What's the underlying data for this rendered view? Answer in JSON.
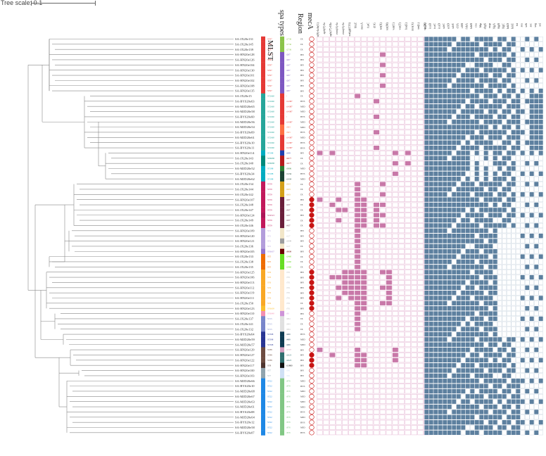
{
  "scale_label": "Tree scale: 0.1",
  "headers": {
    "mlst": "MLST",
    "spa": "spa types",
    "region": "Region",
    "meca": "mecA"
  },
  "resistance_genes": [
    "ant(9)-Ia/b(C)",
    "aph(3')-Ia",
    "aph(3'')-IIIa",
    "erm(A)-Ia",
    "erm(A)-Ia",
    "sat(g)(C33)",
    "blaZ",
    "mecA",
    "fusC",
    "dfrG",
    "tet(K)",
    "tet(M)",
    "vat(C)",
    "vat(T)",
    "lsa(E)",
    "mrs(A)",
    "tet(L)",
    "str(M)"
  ],
  "virulence_genes": [
    "icaA",
    "icaB",
    "icaC",
    "icaD",
    "sdrC",
    "sdrD",
    "sdrE",
    "clfA",
    "clfB",
    "fnbA",
    "fnbB",
    "cna",
    "bbp",
    "ebpS",
    "map",
    "hlgA",
    "hlgB",
    "hlgC",
    "lukD",
    "lukE",
    "tst",
    "sea",
    "seb",
    "sec",
    "seg",
    "sei"
  ],
  "colors": {
    "res": "#c878a8",
    "vir": "#5d809f",
    "meca": "#c81414"
  },
  "leaves": [
    {
      "name": "SA-JX20e131",
      "st": "ST97",
      "spa": "t2736",
      "reg": "JX"
    },
    {
      "name": "SA-JX20e145",
      "st": "ST97",
      "spa": "t2736",
      "reg": "JX"
    },
    {
      "name": "SA-JX20e139",
      "st": "ST97",
      "spa": "t2736",
      "reg": "JX"
    },
    {
      "name": "SA-HN20e128",
      "st": "ST97",
      "spa": "t267",
      "reg": "HN"
    },
    {
      "name": "SA-HN20e126",
      "st": "ST97",
      "spa": "t267",
      "reg": "HN"
    },
    {
      "name": "SA-HN20e104",
      "st": "ST97",
      "spa": "t267",
      "reg": "HN"
    },
    {
      "name": "SA-HN20e130",
      "st": "ST97",
      "spa": "t267",
      "reg": "HN"
    },
    {
      "name": "SA-HN20e101",
      "st": "ST97",
      "spa": "t267",
      "reg": "HN"
    },
    {
      "name": "SA-HN20e102",
      "st": "ST97",
      "spa": "t267",
      "reg": "HN"
    },
    {
      "name": "SA-HN20e108",
      "st": "ST97",
      "spa": "t267",
      "reg": "HN"
    },
    {
      "name": "SA-HN20e135",
      "st": "ST97",
      "spa": "t267",
      "reg": "HN"
    },
    {
      "name": "SA-JX20e15",
      "st": "ST2660",
      "spa": "/",
      "reg": "JX"
    },
    {
      "name": "SA-BYS20e63",
      "st": "ST2660",
      "spa": "t14387",
      "reg": "BYS"
    },
    {
      "name": "SA-MJD20e65",
      "st": "ST2660",
      "spa": "t14387",
      "reg": "MJD"
    },
    {
      "name": "SA-MJD20e58",
      "st": "ST2660",
      "spa": "t14387",
      "reg": "MJD"
    },
    {
      "name": "SA-BYS20e60",
      "st": "ST2660",
      "spa": "/",
      "reg": "BYS"
    },
    {
      "name": "SA-MJD20e56",
      "st": "ST2660",
      "spa": "t14387",
      "reg": "MJD"
    },
    {
      "name": "SA-MJD20e54",
      "st": "ST2660",
      "spa": "t363",
      "reg": "MJD"
    },
    {
      "name": "SA-BYS20e69",
      "st": "ST2660",
      "spa": "t363",
      "reg": "BYS"
    },
    {
      "name": "SA-MJD20e61",
      "st": "ST2660",
      "spa": "t14387",
      "reg": "MJD"
    },
    {
      "name": "SA-BYS20e10",
      "st": "ST2660",
      "spa": "t14387",
      "reg": "BYS"
    },
    {
      "name": "SA-BYS20e11",
      "st": "ST2660",
      "spa": "t14387",
      "reg": "BYS"
    },
    {
      "name": "SA-HN20e114",
      "st": "ST188",
      "spa": "t189",
      "reg": "HN"
    },
    {
      "name": "SA-JX20e143",
      "st": "ST6638",
      "spa": "t4677",
      "reg": "JX"
    },
    {
      "name": "SA-JX20e140",
      "st": "ST6638",
      "spa": "t4677",
      "reg": "JX"
    },
    {
      "name": "SA-MJD20e52",
      "st": "ST188",
      "spa": "t3006",
      "reg": "MJD"
    },
    {
      "name": "SA-BYS20e34",
      "st": "ST188",
      "spa": "t1434",
      "reg": "BYS"
    },
    {
      "name": "SA-MJD20e62",
      "st": "ST188",
      "spa": "t1434",
      "reg": "MJD"
    },
    {
      "name": "SA-JX20e134",
      "st": "ST59",
      "spa": "t163",
      "reg": "JX"
    },
    {
      "name": "SA-JX20e144",
      "st": "ST59",
      "spa": "t163",
      "reg": "JX"
    },
    {
      "name": "SA-JX20e142",
      "st": "ST59",
      "spa": "t163",
      "reg": "JX"
    },
    {
      "name": "SA-HN20e107",
      "st": "ST59",
      "spa": "t437",
      "reg": "HN"
    },
    {
      "name": "SA-JX20e148",
      "st": "ST59",
      "spa": "t437",
      "reg": "JX"
    },
    {
      "name": "SA-JX20e147",
      "st": "ST59",
      "spa": "t437",
      "reg": "JX"
    },
    {
      "name": "SA-HN20e124",
      "st": "ST4513",
      "spa": "t437",
      "reg": "HN"
    },
    {
      "name": "SA-JX20e149",
      "st": "ST59",
      "spa": "t437",
      "reg": "JX"
    },
    {
      "name": "SA-JX20e146",
      "st": "ST59",
      "spa": "t437",
      "reg": "JX"
    },
    {
      "name": "SA-HN20e109",
      "st": "ST1",
      "spa": "t127",
      "reg": "HN"
    },
    {
      "name": "SA-HN20e120",
      "st": "ST1",
      "spa": "t127",
      "reg": "HN"
    },
    {
      "name": "SA-HN20e121",
      "st": "ST1",
      "spa": "t1849",
      "reg": "HN"
    },
    {
      "name": "SA-JX20e136",
      "st": "ST1",
      "spa": "t127",
      "reg": "JX"
    },
    {
      "name": "SA-HN20e105",
      "st": "ST6637",
      "spa": "t9008",
      "reg": "HN"
    },
    {
      "name": "SA-JX20e133",
      "st": "ST5",
      "spa": "t2460",
      "reg": "JX"
    },
    {
      "name": "SA-JX20e138",
      "st": "ST5",
      "spa": "t2460",
      "reg": "JX"
    },
    {
      "name": "SA-JX20e135",
      "st": "ST5",
      "spa": "t2460",
      "reg": "JX"
    },
    {
      "name": "SA-HN20e125",
      "st": "ST6",
      "spa": "t701",
      "reg": "HN"
    },
    {
      "name": "SA-HN20e106",
      "st": "ST6",
      "spa": "t701",
      "reg": "HN"
    },
    {
      "name": "SA-HN20e113",
      "st": "ST6",
      "spa": "t701",
      "reg": "HN"
    },
    {
      "name": "SA-HN20e112",
      "st": "ST6",
      "spa": "t701",
      "reg": "HN"
    },
    {
      "name": "SA-HN20e119",
      "st": "ST6",
      "spa": "t701",
      "reg": "HN"
    },
    {
      "name": "SA-HN20e111",
      "st": "ST6",
      "spa": "t701",
      "reg": "HN"
    },
    {
      "name": "SA-JX20e150",
      "st": "ST6",
      "spa": "t701",
      "reg": "JX"
    },
    {
      "name": "SA-HN20e123",
      "st": "ST6639",
      "spa": "t701",
      "reg": "HN"
    },
    {
      "name": "SA-HN20e110",
      "st": "ST6640",
      "spa": "t91",
      "reg": "HN"
    },
    {
      "name": "SA-JX20e137",
      "st": "ST15",
      "spa": "t084",
      "reg": "JX"
    },
    {
      "name": "SA-JX20e141",
      "st": "ST15",
      "spa": "t084",
      "reg": "JX"
    },
    {
      "name": "SA-JX20e132",
      "st": "ST15",
      "spa": "t084",
      "reg": "JX"
    },
    {
      "name": "SA-BYS20e64",
      "st": "ST398",
      "spa": "t489",
      "reg": "BYS"
    },
    {
      "name": "SA-MJD20e59",
      "st": "ST398",
      "spa": "t489",
      "reg": "MJD"
    },
    {
      "name": "SA-MJD20e57",
      "st": "ST398",
      "spa": "t489",
      "reg": "MJD"
    },
    {
      "name": "SA-HN20e129",
      "st": "ST88",
      "spa": "t4797",
      "reg": "HN"
    },
    {
      "name": "SA-HN20e127",
      "st": "ST88",
      "spa": "t2623",
      "reg": "HN"
    },
    {
      "name": "SA-HN20e122",
      "st": "ST88",
      "spa": "t2623",
      "reg": "HN"
    },
    {
      "name": "SA-HN20e117",
      "st": "ST8",
      "spa": "t13800",
      "reg": "HN"
    },
    {
      "name": "SA-HN20e100",
      "st": "ST7",
      "spa": "t091",
      "reg": "HN"
    },
    {
      "name": "SA-HN20e103",
      "st": "ST7",
      "spa": "t091",
      "reg": "HN"
    },
    {
      "name": "SA-MJD20e66",
      "st": "ST22",
      "spa": "t878",
      "reg": "MJD"
    },
    {
      "name": "SA-BYS20e10",
      "st": "ST22",
      "spa": "t878",
      "reg": "BYS"
    },
    {
      "name": "SA-MJD20e68",
      "st": "ST22",
      "spa": "t878",
      "reg": "MJD"
    },
    {
      "name": "SA-MJD20e67",
      "st": "ST22",
      "spa": "t878",
      "reg": "MJD"
    },
    {
      "name": "SA-MJD20e63",
      "st": "ST22",
      "spa": "t878",
      "reg": "MJD"
    },
    {
      "name": "SA-MJD20e61",
      "st": "ST22",
      "spa": "t878",
      "reg": "MJD"
    },
    {
      "name": "SA-BYS20e08",
      "st": "ST22",
      "spa": "t878",
      "reg": "BYS"
    },
    {
      "name": "SA-MJD20e64",
      "st": "ST22",
      "spa": "t878",
      "reg": "MJD"
    },
    {
      "name": "SA-BYS20e12",
      "st": "ST22",
      "spa": "t878",
      "reg": "BYS"
    },
    {
      "name": "SA-MJD20e58",
      "st": "ST22",
      "spa": "t878",
      "reg": "MJD"
    },
    {
      "name": "SA-BYS20e07",
      "st": "ST22",
      "spa": "t878",
      "reg": "BYS"
    }
  ]
}
